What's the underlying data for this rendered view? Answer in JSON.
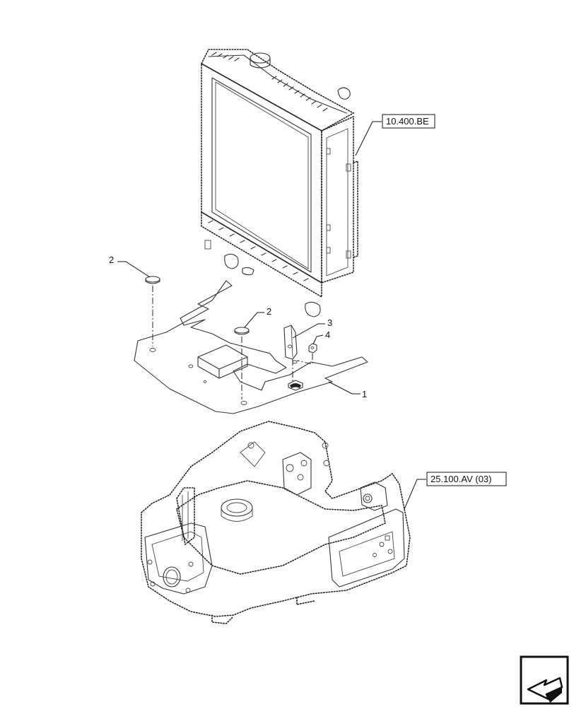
{
  "callouts": {
    "ref_radiator": "10.400.BE",
    "ref_frame": "25.100.AV (03)",
    "item_1": "1",
    "item_2a": "2",
    "item_2b": "2",
    "item_3": "3",
    "item_4": "4"
  },
  "icons": {
    "nav": "next-page-arrow-icon"
  }
}
